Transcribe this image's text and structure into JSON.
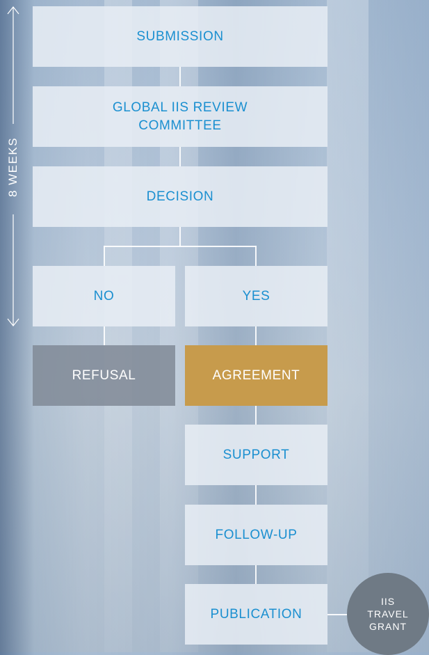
{
  "timeline": {
    "label": "8 WEEKS"
  },
  "steps": {
    "submission": "SUBMISSION",
    "review": "GLOBAL IIS REVIEW COMMITTEE",
    "decision": "DECISION",
    "no": "NO",
    "yes": "YES",
    "refusal": "REFUSAL",
    "agreement": "AGREEMENT",
    "support": "SUPPORT",
    "follow_up": "FOLLOW-UP",
    "publication": "PUBLICATION"
  },
  "grant": {
    "label": "IIS TRAVEL GRANT"
  },
  "colors": {
    "box_text": "#1a8fd0",
    "box_bg": "#e8eef5",
    "refusal_bg": "#808a96",
    "agreement_bg": "#c79b4c",
    "grant_bg": "#6f7a85"
  }
}
